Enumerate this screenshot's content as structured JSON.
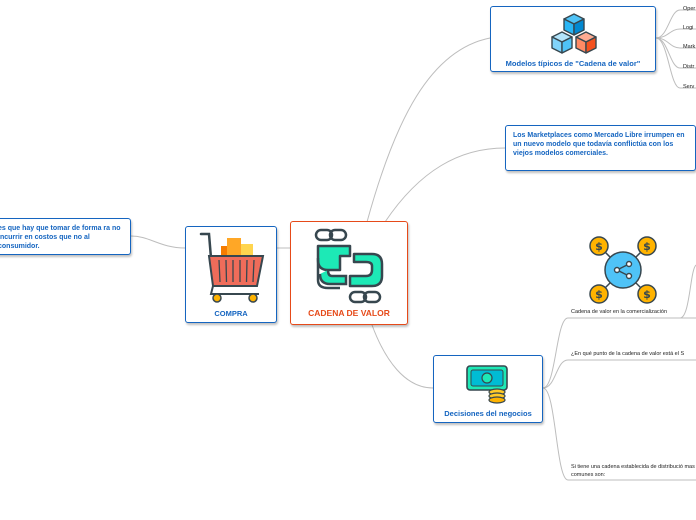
{
  "central": {
    "label": "CADENA DE VALOR"
  },
  "compra": {
    "label": "COMPRA"
  },
  "left_note": {
    "text": "es que hay que tomar de forma ra no incurrir en costos que no al consumidor."
  },
  "modelos": {
    "label": "Modelos típicos  de \"Cadena de valor\"",
    "children": [
      "Oper",
      "Logi",
      "Mark",
      "Distr",
      "Serv"
    ]
  },
  "marketplaces": {
    "text": "Los Marketplaces como Mercado Libre irrumpen en un nuevo modelo que todavía conflictúa con los viejos modelos comerciales."
  },
  "decisiones": {
    "label": "Decisiones del negocios",
    "children": [
      "Cadena de valor en la comercialización",
      "¿En qué punto de la cadena de valor está el S",
      "Si tiene una cadena establecida de distribució mas comunes son:"
    ]
  },
  "colors": {
    "node_border": "#1565c0",
    "central_border": "#e64a19",
    "line": "#b0b0b0"
  }
}
